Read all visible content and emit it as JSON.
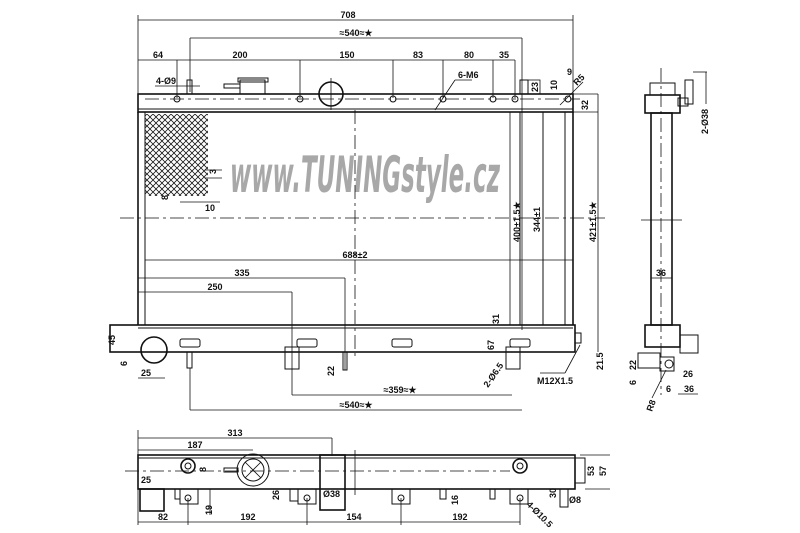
{
  "front_view": {
    "overall_width": "708",
    "mount_span_top": "≈540≈★",
    "top_dims": [
      "64",
      "200",
      "150",
      "83",
      "80",
      "35"
    ],
    "hole_label": "4-Ø9",
    "bolt_label": "6-M6",
    "right_dims": [
      "23",
      "10",
      "9",
      "R5",
      "32"
    ],
    "fin_dims": [
      "3",
      "8",
      "10"
    ],
    "core_height": "400±1.5★",
    "core_height_inner": "344±1",
    "total_height": "421±1.5★",
    "core_width": "688±2",
    "dim_335": "335",
    "dim_250": "250",
    "left_dims": [
      "45",
      "6",
      "25"
    ],
    "bottom_dims": [
      "22",
      "31",
      "67"
    ],
    "pin_label": "2-Ø6.5",
    "thread_label": "M12X1.5",
    "dim_21_5": "21.5",
    "span_359": "≈359≈★",
    "span_540": "≈540≈★"
  },
  "bottom_view": {
    "dim_313": "313",
    "dim_187": "187",
    "dim_25": "25",
    "dim_8": "8",
    "dim_19": "19",
    "dim_26": "26",
    "pipe_dia": "Ø38",
    "dim_16": "16",
    "holes": "4-Ø10.5",
    "dim_30": "30",
    "dia_8": "Ø8",
    "dim_53": "53",
    "dim_57": "57",
    "spacing": [
      "82",
      "192",
      "154",
      "192"
    ]
  },
  "side_view": {
    "pipe_label": "2-Ø38",
    "thickness": "36",
    "bottom_dims": [
      "22",
      "6",
      "26",
      "6",
      "36",
      "R8"
    ]
  },
  "watermark": "www.TUNINGstyle.cz"
}
